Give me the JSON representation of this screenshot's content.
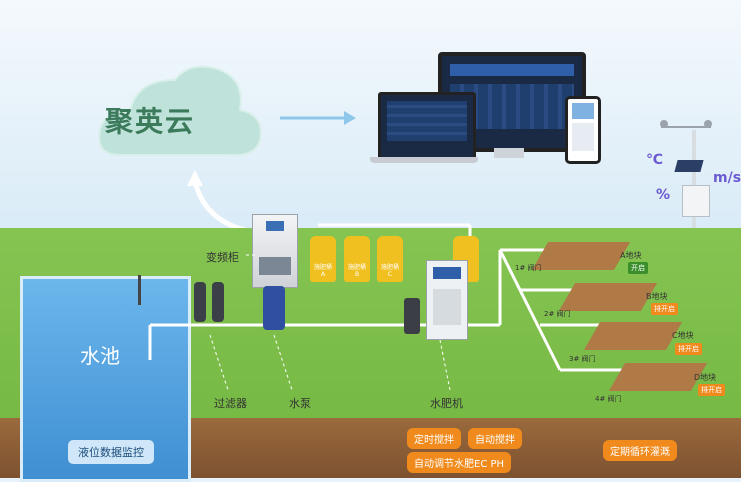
{
  "cloud": {
    "brand": "聚英云"
  },
  "equipment": {
    "vfd_cabinet": "变频柜",
    "filter": "过滤器",
    "pump": "水泵",
    "fertilizer_machine": "水肥机",
    "pool": "水池",
    "pool_monitor": "液位数据监控"
  },
  "tanks": [
    {
      "line1": "施肥桶",
      "line2": "A"
    },
    {
      "line1": "施肥桶",
      "line2": "B"
    },
    {
      "line1": "施肥桶",
      "line2": "C"
    }
  ],
  "weather": {
    "temperature_unit": "℃",
    "wind_unit": "m/s",
    "humidity_unit": "%"
  },
  "plots": [
    {
      "name": "A地块",
      "status": "开启",
      "valve": "1# 阀门",
      "status_color": "#3a8f2a"
    },
    {
      "name": "B地块",
      "status": "排开启",
      "valve": "2# 阀门",
      "status_color": "#f08a1c"
    },
    {
      "name": "C地块",
      "status": "排开启",
      "valve": "3# 阀门",
      "status_color": "#f08a1c"
    },
    {
      "name": "D地块",
      "status": "排开启",
      "valve": "4# 阀门",
      "status_color": "#f08a1c"
    }
  ],
  "features": {
    "timed_stir": "定时搅拌",
    "auto_stir": "自动搅拌",
    "auto_ec_ph": "自动调节水肥EC PH",
    "cyclic_irrigation": "定期循环灌溉"
  },
  "colors": {
    "grass": "#7bbd49",
    "pipe": "#ffffff",
    "accent": "#f08a1c",
    "pool": "#5aa9e6"
  }
}
